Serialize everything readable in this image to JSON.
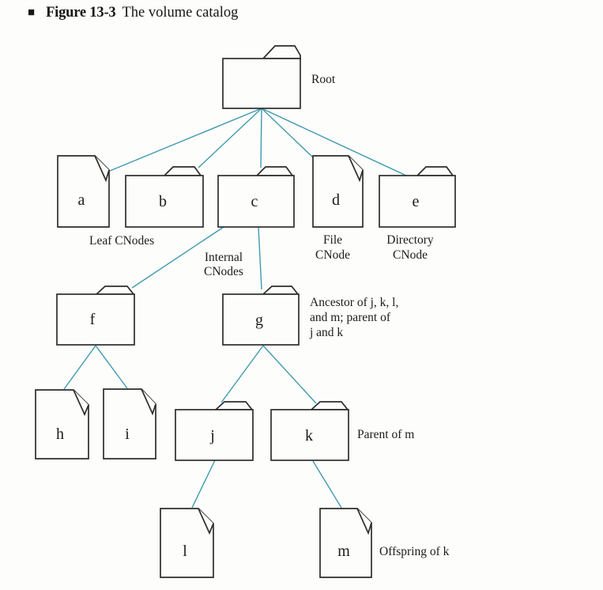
{
  "figure": {
    "bullet": "■",
    "label": "Figure 13-3",
    "caption": "The volume catalog"
  },
  "nodes": {
    "root": {
      "letter": "",
      "type": "directory"
    },
    "a": {
      "letter": "a",
      "type": "file"
    },
    "b": {
      "letter": "b",
      "type": "directory"
    },
    "c": {
      "letter": "c",
      "type": "directory"
    },
    "d": {
      "letter": "d",
      "type": "file"
    },
    "e": {
      "letter": "e",
      "type": "directory"
    },
    "f": {
      "letter": "f",
      "type": "directory"
    },
    "g": {
      "letter": "g",
      "type": "directory"
    },
    "h": {
      "letter": "h",
      "type": "file"
    },
    "i": {
      "letter": "i",
      "type": "file"
    },
    "j": {
      "letter": "j",
      "type": "directory"
    },
    "k": {
      "letter": "k",
      "type": "directory"
    },
    "l": {
      "letter": "l",
      "type": "file"
    },
    "m": {
      "letter": "m",
      "type": "file"
    }
  },
  "labels": {
    "root": "Root",
    "leaf_cnodes": "Leaf CNodes",
    "internal_cnodes": {
      "line1": "Internal",
      "line2": "CNodes"
    },
    "file_cnode": {
      "line1": "File",
      "line2": "CNode"
    },
    "directory_cnode": {
      "line1": "Directory",
      "line2": "CNode"
    },
    "ancestor": {
      "line1": "Ancestor of j, k, l,",
      "line2": "and m; parent of",
      "line3": "j and k"
    },
    "parent_of_m": "Parent of m",
    "offspring_of_k": "Offspring of k"
  },
  "colors": {
    "connector": "#3f9aae",
    "outline": "#2d2d2d",
    "text": "#1c1c1c",
    "paper": "#fdfdfb"
  }
}
